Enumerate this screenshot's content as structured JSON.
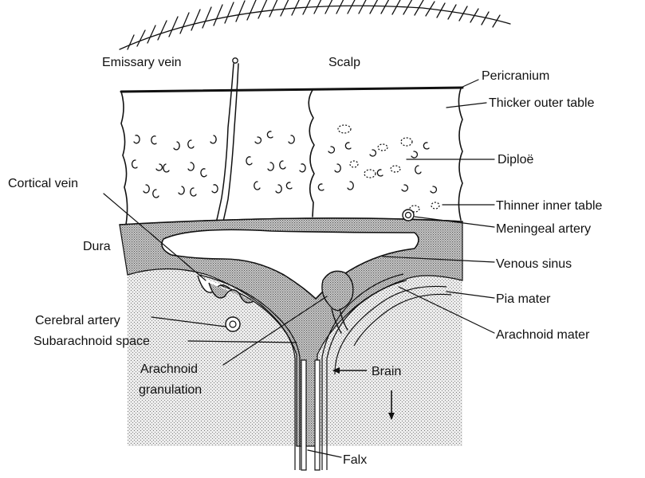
{
  "labels": {
    "emissary_vein": "Emissary vein",
    "scalp": "Scalp",
    "pericranium": "Pericranium",
    "outer_table": "Thicker outer table",
    "diploe": "Diploë",
    "cortical_vein": "Cortical vein",
    "inner_table": "Thinner inner table",
    "meningeal_artery": "Meningeal artery",
    "dura": "Dura",
    "venous_sinus": "Venous sinus",
    "pia_mater": "Pia mater",
    "cerebral_artery": "Cerebral artery",
    "subarachnoid_space": "Subarachnoid space",
    "arachnoid_mater": "Arachnoid mater",
    "arachnoid_granulation_1": "Arachnoid",
    "arachnoid_granulation_2": "granulation",
    "brain": "Brain",
    "falx": "Falx"
  },
  "colors": {
    "ink": "#111111",
    "stipple_dense": "#8c8c8c",
    "stipple_light": "#c4c4c4",
    "bone": "#ffffff"
  }
}
